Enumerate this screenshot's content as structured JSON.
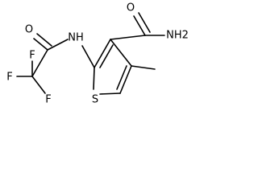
{
  "molecule": {
    "atoms": {
      "amide_oxygen": "O",
      "amide_nitrogen": "NH2",
      "imide_oxygen": "O",
      "amide_nh": "NH",
      "fluorine_top": "F",
      "fluorine_left": "F",
      "fluorine_bottom": "F",
      "ring_sulfur": "S"
    }
  }
}
